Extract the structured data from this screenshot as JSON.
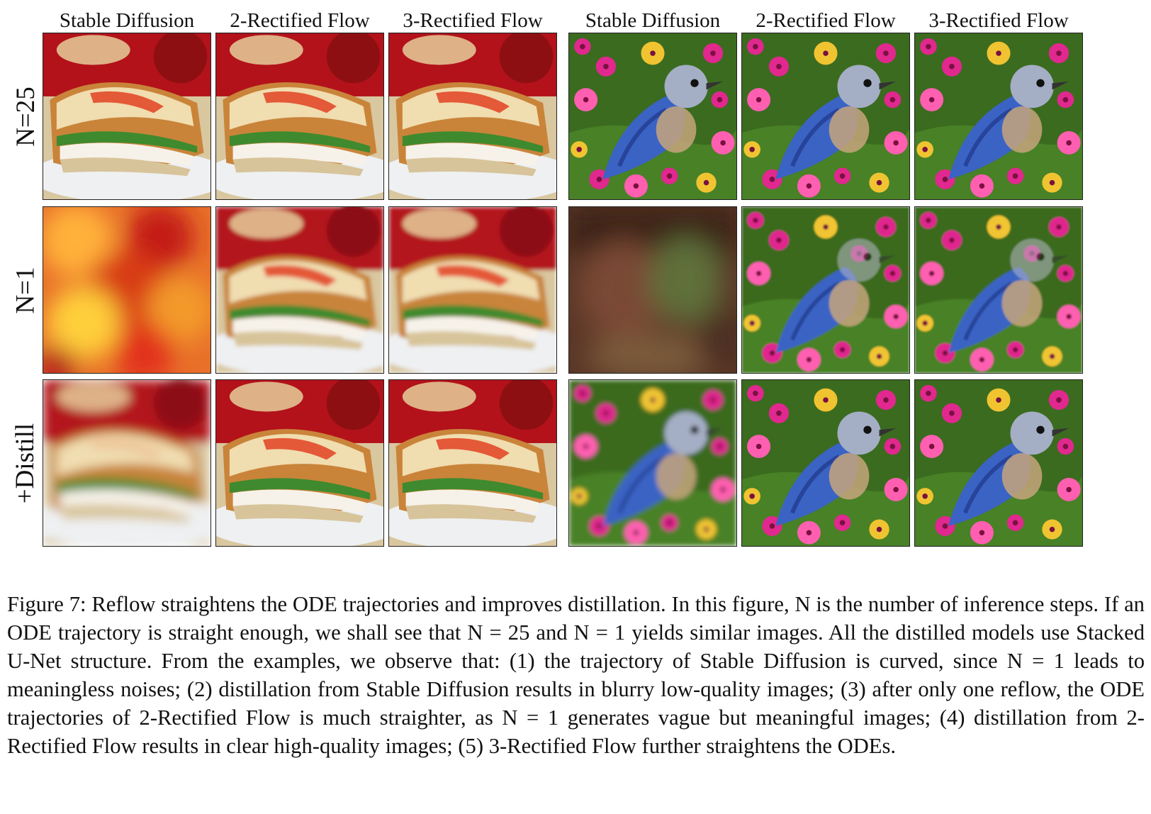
{
  "figure": {
    "group_headers": [
      [
        "Stable Diffusion",
        "2-Rectified Flow",
        "3-Rectified Flow"
      ],
      [
        "Stable Diffusion",
        "2-Rectified Flow",
        "3-Rectified Flow"
      ]
    ],
    "row_labels": [
      "N=25",
      "N=1",
      "+Distill"
    ],
    "grid": [
      [
        "sandwich-sharp",
        "sandwich-clean",
        "sandwich-clean",
        "bird-sharp",
        "bird-sharp",
        "bird-sharp"
      ],
      [
        "noise-fire",
        "sandwich-soft",
        "sandwich-soft",
        "noise-brown",
        "bird-hazy",
        "bird-hazy"
      ],
      [
        "sandwich-blurry",
        "sandwich-clean",
        "sandwich-clean",
        "bird-blurry",
        "bird-sharp",
        "bird-sharp"
      ]
    ],
    "colors": {
      "bread": "#f0ddb0",
      "crust": "#c9843a",
      "tomato": "#e24a2a",
      "lettuce": "#3f8a2e",
      "plate": "#eef0f2",
      "bg_red": "#b3121a",
      "bird_blue": "#3a63c4",
      "bird_grey": "#a4aec4",
      "grass": "#3b6b1f",
      "flower_pink": "#e0288e"
    }
  },
  "caption": {
    "label": "Figure 7:",
    "text": "Reflow straightens the ODE trajectories and improves distillation. In this figure, N is the number of inference steps. If an ODE trajectory is straight enough, we shall see that N = 25 and N = 1 yields similar images. All the distilled models use Stacked U-Net structure. From the examples, we observe that: (1) the trajectory of Stable Diffusion is curved, since N = 1 leads to meaningless noises; (2) distillation from Stable Diffusion results in blurry low-quality images; (3) after only one reflow, the ODE trajectories of 2-Rectified Flow is much straighter, as N = 1 generates vague but meaningful images; (4) distillation from 2-Rectified Flow results in clear high-quality images; (5) 3-Rectified Flow further straightens the ODEs."
  }
}
